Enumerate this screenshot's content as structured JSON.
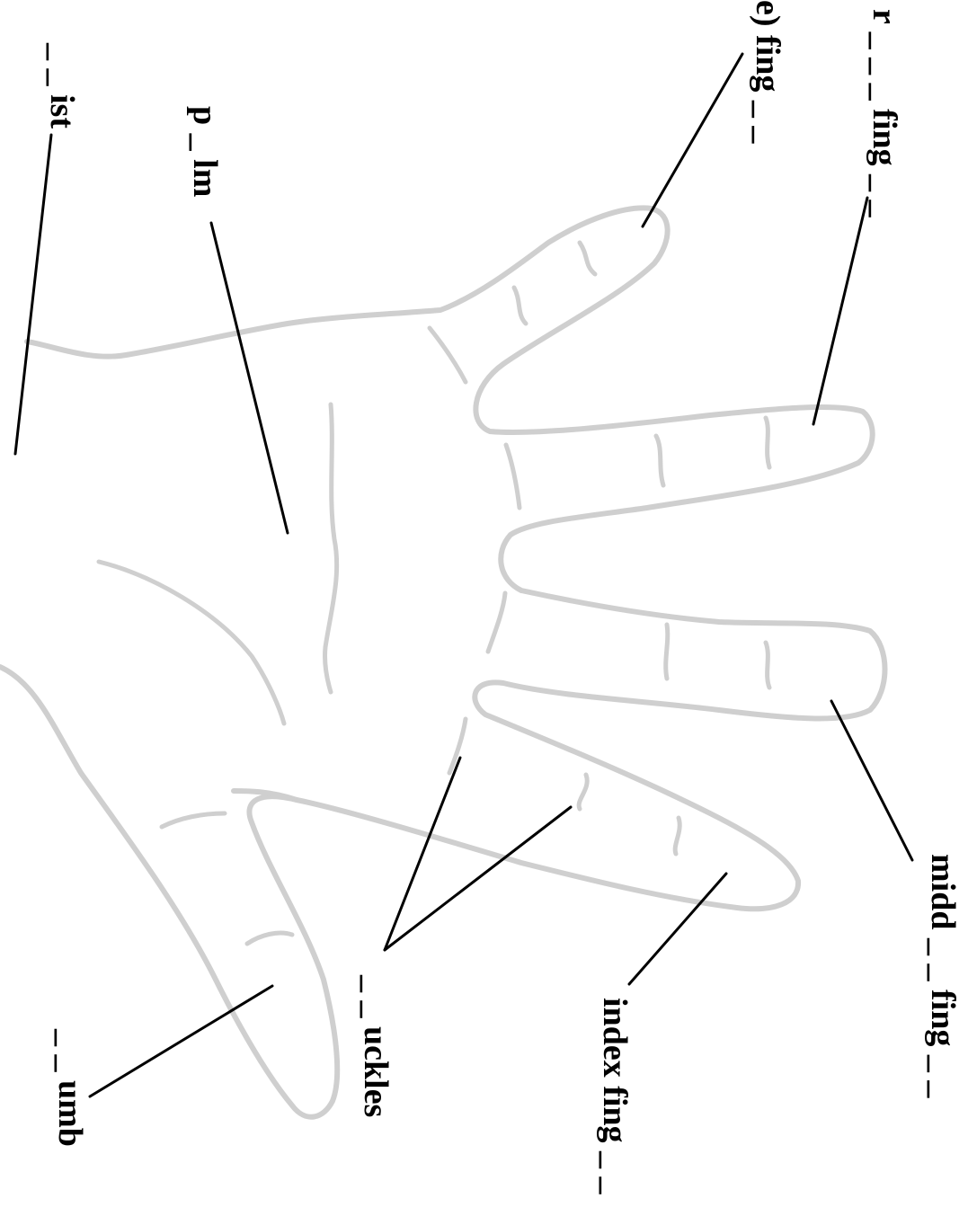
{
  "worksheet": {
    "labels": {
      "ring_finger": "r _ _ _ fing _ _",
      "little_finger": "e) fing _ _",
      "wrist": "_ _ ist",
      "palm": "p _ lm",
      "middle_finger": "midd _ _ fing _ _",
      "index_finger": "index fing _ _",
      "knuckles": "_ _ uckles",
      "thumb": "_ _ umb"
    }
  }
}
